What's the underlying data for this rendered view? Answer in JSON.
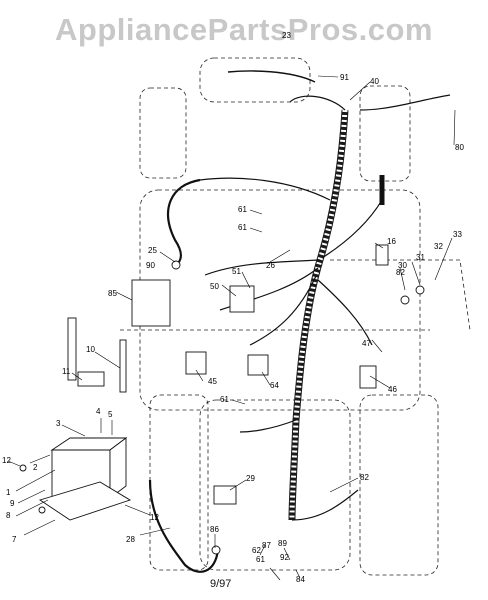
{
  "watermark": "AppliancePartsPros.com",
  "footer_date": "9/97",
  "callouts": [
    {
      "id": "c1",
      "text": "1"
    },
    {
      "id": "c2",
      "text": "2"
    },
    {
      "id": "c3",
      "text": "3"
    },
    {
      "id": "c4",
      "text": "4"
    },
    {
      "id": "c5",
      "text": "5"
    },
    {
      "id": "c7",
      "text": "7"
    },
    {
      "id": "c8",
      "text": "8"
    },
    {
      "id": "c9",
      "text": "9"
    },
    {
      "id": "c10",
      "text": "10"
    },
    {
      "id": "c11",
      "text": "11"
    },
    {
      "id": "c12a",
      "text": "12"
    },
    {
      "id": "c12b",
      "text": "12"
    },
    {
      "id": "c16",
      "text": "16"
    },
    {
      "id": "c23",
      "text": "23"
    },
    {
      "id": "c25",
      "text": "25"
    },
    {
      "id": "c26",
      "text": "26"
    },
    {
      "id": "c28",
      "text": "28"
    },
    {
      "id": "c29",
      "text": "29"
    },
    {
      "id": "c30",
      "text": "30"
    },
    {
      "id": "c31",
      "text": "31"
    },
    {
      "id": "c32",
      "text": "32"
    },
    {
      "id": "c33",
      "text": "33"
    },
    {
      "id": "c40",
      "text": "40"
    },
    {
      "id": "c45",
      "text": "45"
    },
    {
      "id": "c46",
      "text": "46"
    },
    {
      "id": "c47",
      "text": "47"
    },
    {
      "id": "c50",
      "text": "50"
    },
    {
      "id": "c51",
      "text": "51"
    },
    {
      "id": "c61a",
      "text": "61"
    },
    {
      "id": "c61b",
      "text": "61"
    },
    {
      "id": "c61c",
      "text": "61"
    },
    {
      "id": "c61d",
      "text": "61"
    },
    {
      "id": "c62",
      "text": "62"
    },
    {
      "id": "c64",
      "text": "64"
    },
    {
      "id": "c80",
      "text": "80"
    },
    {
      "id": "c82a",
      "text": "82"
    },
    {
      "id": "c82b",
      "text": "82"
    },
    {
      "id": "c84",
      "text": "84"
    },
    {
      "id": "c85",
      "text": "85"
    },
    {
      "id": "c86",
      "text": "86"
    },
    {
      "id": "c87",
      "text": "87"
    },
    {
      "id": "c89",
      "text": "89"
    },
    {
      "id": "c90",
      "text": "90"
    },
    {
      "id": "c91",
      "text": "91"
    },
    {
      "id": "c92",
      "text": "92"
    }
  ]
}
